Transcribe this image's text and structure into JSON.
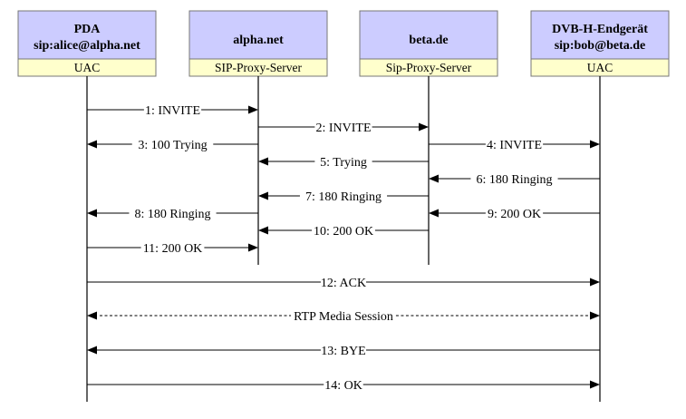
{
  "participants": [
    {
      "name_lines": [
        "PDA",
        "sip:alice@alpha.net"
      ],
      "role": "UAC",
      "header_color": "#ccccff",
      "role_color": "#ffffcc"
    },
    {
      "name_lines": [
        "alpha.net"
      ],
      "role": "SIP-Proxy-Server",
      "header_color": "#ccccff",
      "role_color": "#ffffcc"
    },
    {
      "name_lines": [
        "beta.de"
      ],
      "role": "Sip-Proxy-Server",
      "header_color": "#ccccff",
      "role_color": "#ffffcc"
    },
    {
      "name_lines": [
        "DVB-H-Endgerät",
        "sip:bob@beta.de"
      ],
      "role": "UAC",
      "header_color": "#ccccff",
      "role_color": "#ffffcc"
    }
  ],
  "messages": [
    {
      "label": "1: INVITE",
      "from": 0,
      "to": 1
    },
    {
      "label": "2: INVITE",
      "from": 1,
      "to": 2
    },
    {
      "label": "3: 100 Trying",
      "from": 1,
      "to": 0
    },
    {
      "label": "4: INVITE",
      "from": 2,
      "to": 3
    },
    {
      "label": "5: Trying",
      "from": 2,
      "to": 1
    },
    {
      "label": "6: 180 Ringing",
      "from": 3,
      "to": 2
    },
    {
      "label": "7: 180 Ringing",
      "from": 2,
      "to": 1
    },
    {
      "label": "8: 180 Ringing",
      "from": 1,
      "to": 0
    },
    {
      "label": "9: 200 OK",
      "from": 3,
      "to": 2
    },
    {
      "label": "10: 200 OK",
      "from": 2,
      "to": 1
    },
    {
      "label": "11: 200 OK",
      "from": 0,
      "to": 1
    },
    {
      "label": "12: ACK",
      "from": 0,
      "to": 3
    },
    {
      "label": "RTP Media Session",
      "from": 0,
      "to": 3,
      "bidirectional": true,
      "dashed": true
    },
    {
      "label": "13: BYE",
      "from": 3,
      "to": 0
    },
    {
      "label": "14: OK",
      "from": 0,
      "to": 3
    }
  ]
}
